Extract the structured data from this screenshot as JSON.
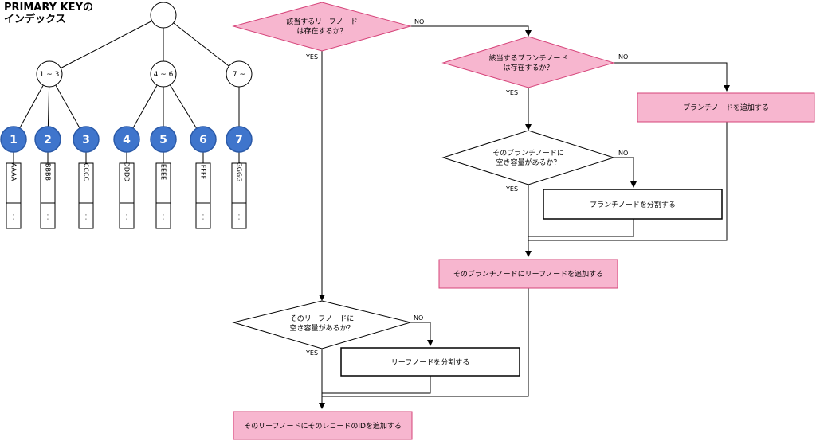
{
  "title": {
    "line1": "PRIMARY KEYの",
    "line2": "インデックス"
  },
  "tree": {
    "branches": [
      "1 ~ 3",
      "4 ~ 6",
      "7 ~"
    ],
    "leaves": [
      "1",
      "2",
      "3",
      "4",
      "5",
      "6",
      "7"
    ],
    "records": [
      "AAAA",
      "BBBB",
      "CCCC",
      "DDDD",
      "EEEE",
      "FFFF",
      "GGGG"
    ],
    "ellipsis": "⋮"
  },
  "flow": {
    "d1": {
      "line1": "該当するリーフノード",
      "line2": "は存在するか？"
    },
    "d2": {
      "line1": "該当するブランチノード",
      "line2": "は存在するか？"
    },
    "d3": {
      "line1": "そのブランチノードに",
      "line2": "空き容量があるか？"
    },
    "d4": {
      "line1": "そのリーフノードに",
      "line2": "空き容量があるか？"
    },
    "b_add_branch": "ブランチノードを追加する",
    "b_split_branch": "ブランチノードを分割する",
    "b_add_leaf": "そのブランチノードにリーフノードを追加する",
    "b_split_leaf": "リーフノードを分割する",
    "b_add_id": "そのリーフノードにそのレコードのIDを追加する",
    "yes": "YES",
    "no": "NO"
  },
  "colors": {
    "pink": "#f7b6cf",
    "pinkStroke": "#d6447a",
    "blue": "#3f75cc",
    "blueStroke": "#2b5aa8"
  }
}
